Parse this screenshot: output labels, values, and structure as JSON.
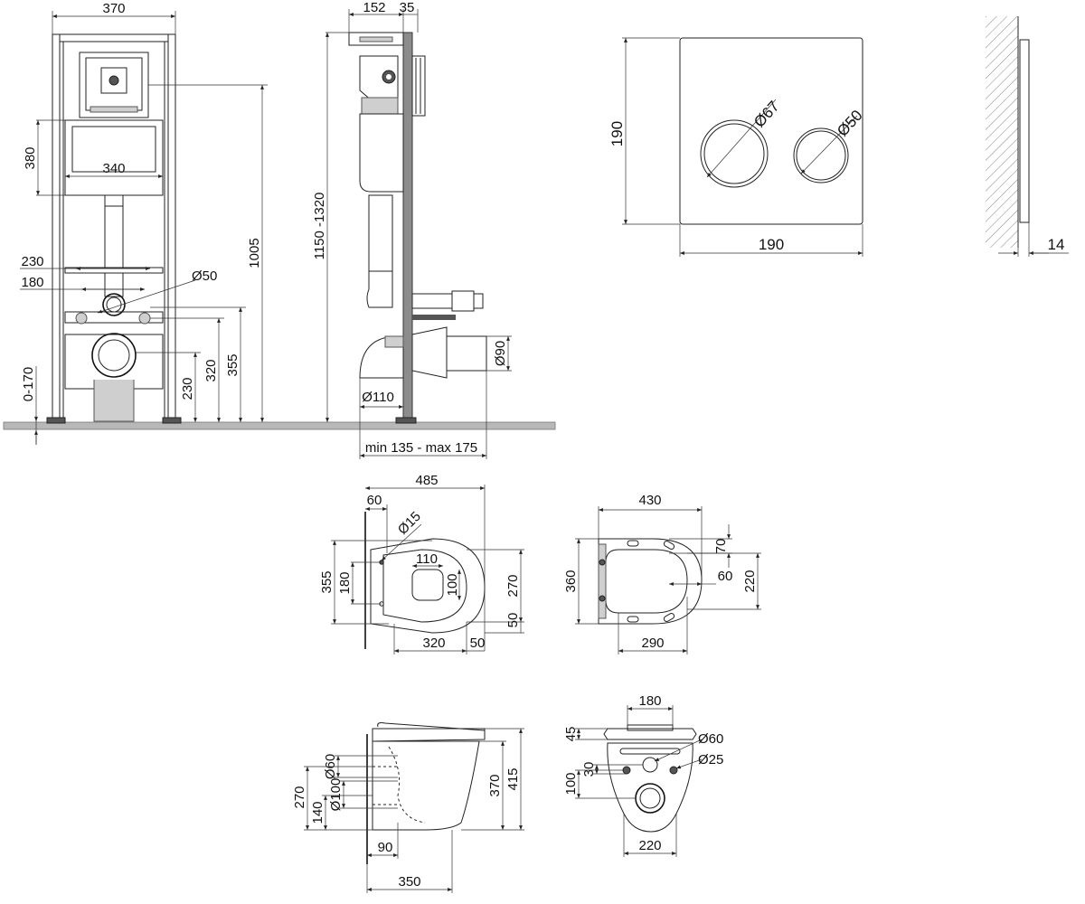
{
  "front_view": {
    "width_370": "370",
    "h_380": "380",
    "w_340": "340",
    "w_230": "230",
    "w_180": "180",
    "d_50": "Ø50",
    "h_1005": "1005",
    "h_355": "355",
    "h_320": "320",
    "h_230": "230",
    "h_0_170": "0-170"
  },
  "side_view": {
    "w_152": "152",
    "w_35": "35",
    "h_1150_1320": "1150 -1320",
    "d_90": "Ø90",
    "d_110": "Ø110",
    "range_min_max": "min 135 - max 175"
  },
  "flush_plate": {
    "h_190": "190",
    "w_190": "190",
    "d_67": "Ø67",
    "d_50": "Ø50",
    "t_14": "14"
  },
  "bowl_top": {
    "w_485": "485",
    "w_60": "60",
    "d_15": "Ø15",
    "h_355": "355",
    "h_180": "180",
    "w_110": "110",
    "h_100": "100",
    "h_270": "270",
    "h_50_right": "50",
    "w_320": "320",
    "w_50": "50"
  },
  "seat_top": {
    "w_430": "430",
    "h_70": "70",
    "h_360": "360",
    "w_60": "60",
    "h_220": "220",
    "w_290": "290"
  },
  "bowl_side": {
    "d_60": "Ø60",
    "h_270": "270",
    "d_100": "Ø100",
    "h_140": "140",
    "h_370": "370",
    "h_415": "415",
    "w_90": "90",
    "w_350": "350"
  },
  "bowl_back": {
    "w_180": "180",
    "h_45": "45",
    "d_60": "Ø60",
    "h_30": "30",
    "d_25": "Ø25",
    "h_100": "100",
    "w_220": "220"
  }
}
